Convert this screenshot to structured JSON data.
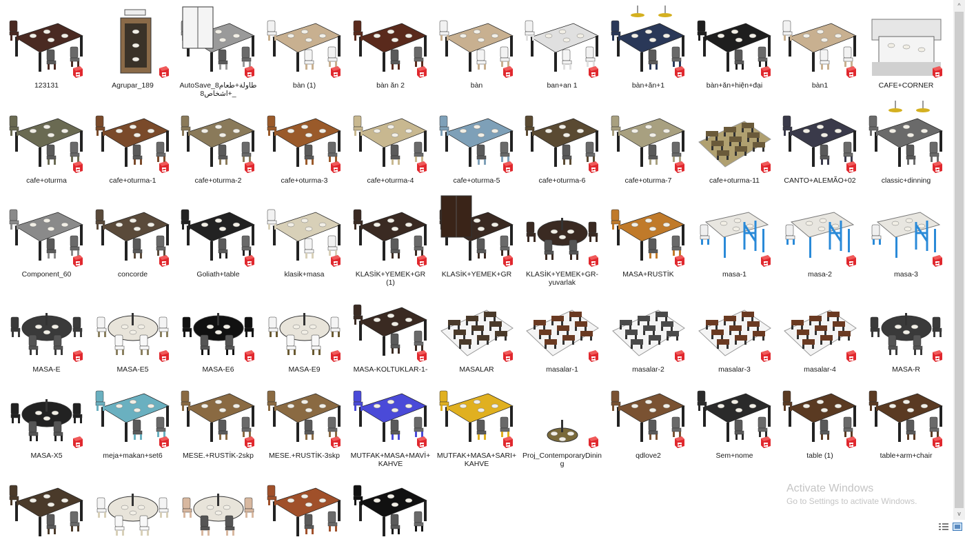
{
  "files": [
    {
      "name": "123131",
      "scene": "dark-oval",
      "color": "#4a2a22"
    },
    {
      "name": "Agrupar_189",
      "scene": "rug-plan",
      "color": "#8a6a48"
    },
    {
      "name": "AutoSave_طاولة+طعام8_+اشخاص8",
      "scene": "cabinet",
      "color": "#9a9a9a"
    },
    {
      "name": "bàn (1)",
      "scene": "white-chairs",
      "color": "#c8b090"
    },
    {
      "name": "bàn ăn 2",
      "scene": "long-dark",
      "color": "#5a2a1c"
    },
    {
      "name": "bàn",
      "scene": "white-chairs",
      "color": "#c8b090"
    },
    {
      "name": "ban+an 1",
      "scene": "white-outline",
      "color": "#e0e0e0"
    },
    {
      "name": "bàn+ăn+1",
      "scene": "pendant",
      "color": "#2a3858"
    },
    {
      "name": "bàn+ăn+hiện+đại",
      "scene": "black-table",
      "color": "#1e1e1e"
    },
    {
      "name": "bàn1",
      "scene": "white-chairs",
      "color": "#c8b090"
    },
    {
      "name": "CAFE+CORNER",
      "scene": "booth",
      "color": "#bdbdbd"
    },
    {
      "name": "cafe+oturma",
      "scene": "cafe-set",
      "color": "#6a6a52"
    },
    {
      "name": "cafe+oturma-1",
      "scene": "cafe-set",
      "color": "#7a4a2a"
    },
    {
      "name": "cafe+oturma-2",
      "scene": "cafe-set",
      "color": "#8a7a5a"
    },
    {
      "name": "cafe+oturma-3",
      "scene": "cafe-set",
      "color": "#9a5a2a"
    },
    {
      "name": "cafe+oturma-4",
      "scene": "cafe-set",
      "color": "#c8b890"
    },
    {
      "name": "cafe+oturma-5",
      "scene": "cafe-set",
      "color": "#7ea0b8"
    },
    {
      "name": "cafe+oturma-6",
      "scene": "cafe-set",
      "color": "#5a4a32"
    },
    {
      "name": "cafe+oturma-7",
      "scene": "cafe-set",
      "color": "#a8a080"
    },
    {
      "name": "cafe+oturma-11",
      "scene": "restaurant",
      "color": "#6a5a3a"
    },
    {
      "name": "CANTO+ALEMÃO+02",
      "scene": "corner-bench",
      "color": "#3a3a4a"
    },
    {
      "name": "classic+dinning",
      "scene": "pendant-small",
      "color": "#6a6a6a"
    },
    {
      "name": "Component_60",
      "scene": "ornate",
      "color": "#8a8a8a"
    },
    {
      "name": "concorde",
      "scene": "long-brown",
      "color": "#5a4a3a"
    },
    {
      "name": "Goliath+table",
      "scene": "black-long",
      "color": "#222222"
    },
    {
      "name": "klasik+masa",
      "scene": "classic-white",
      "color": "#d8d0b8"
    },
    {
      "name": "KLASİK+YEMEK+GR (1)",
      "scene": "classic-dark",
      "color": "#3a2a22"
    },
    {
      "name": "KLASİK+YEMEK+GR",
      "scene": "hutch",
      "color": "#3a2a22"
    },
    {
      "name": "KLASİK+YEMEK+GR-yuvarlak",
      "scene": "round-dark",
      "color": "#3a2a22"
    },
    {
      "name": "MASA+RUSTİK",
      "scene": "rustic-orange",
      "color": "#c07a2a"
    },
    {
      "name": "masa-1",
      "scene": "blue-chairs",
      "color": "#2a8ad8"
    },
    {
      "name": "masa-2",
      "scene": "blue-chairs",
      "color": "#2a8ad8"
    },
    {
      "name": "masa-3",
      "scene": "blue-chairs",
      "color": "#2a8ad8"
    },
    {
      "name": "MASA-E",
      "scene": "round-glass",
      "color": "#3a3a3a"
    },
    {
      "name": "MASA-E5",
      "scene": "round-white",
      "color": "#8a8060"
    },
    {
      "name": "MASA-E6",
      "scene": "round-black",
      "color": "#111111"
    },
    {
      "name": "MASA-E9",
      "scene": "round-white",
      "color": "#6a5a32"
    },
    {
      "name": "MASA-KOLTUKLAR-1-",
      "scene": "armchair-table",
      "color": "#3a2a22"
    },
    {
      "name": "MASALAR",
      "scene": "rows",
      "color": "#4a3a2a"
    },
    {
      "name": "masalar-1",
      "scene": "rows-floor",
      "color": "#6a3a22"
    },
    {
      "name": "masalar-2",
      "scene": "rows-floor",
      "color": "#4a4a4a"
    },
    {
      "name": "masalar-3",
      "scene": "rows-floor",
      "color": "#6a3a22"
    },
    {
      "name": "masalar-4",
      "scene": "rows-floor",
      "color": "#6a3a22"
    },
    {
      "name": "MASA-R",
      "scene": "round-glass",
      "color": "#3a3a3a"
    },
    {
      "name": "MASA-X5",
      "scene": "round-glass",
      "color": "#222222"
    },
    {
      "name": "meja+makan+set6",
      "scene": "glass-rect",
      "color": "#6ab0c0"
    },
    {
      "name": "MESE.+RUSTİK-2skp",
      "scene": "rustic-light",
      "color": "#8a6a42"
    },
    {
      "name": "MESE.+RUSTİK-3skp",
      "scene": "rustic-light",
      "color": "#8a6a42"
    },
    {
      "name": "MUTFAK+MASA+MAVİ+KAHVE",
      "scene": "purple-frame",
      "color": "#4a4ad8"
    },
    {
      "name": "MUTFAK+MASA+SARI+KAHVE",
      "scene": "yellow-frame",
      "color": "#e0b020"
    },
    {
      "name": "Proj_ContemporaryDining",
      "scene": "contemporary",
      "color": "#7a6a3a"
    },
    {
      "name": "qdlove2",
      "scene": "long-walnut",
      "color": "#7a5232"
    },
    {
      "name": "Sem+nome",
      "scene": "banquet",
      "color": "#2a2a2a"
    },
    {
      "name": "table (1)",
      "scene": "bench-set",
      "color": "#5a3a22"
    },
    {
      "name": "table+arm+chair",
      "scene": "bench-set",
      "color": "#5a3a22"
    },
    {
      "name": "",
      "scene": "bench-set",
      "color": "#4a3a2a"
    },
    {
      "name": "",
      "scene": "round-cream",
      "color": "#d8d0b8"
    },
    {
      "name": "",
      "scene": "oval-white",
      "color": "#d8b8a0"
    },
    {
      "name": "",
      "scene": "small-wood",
      "color": "#a0502a"
    },
    {
      "name": "",
      "scene": "black-white",
      "color": "#111111"
    }
  ],
  "grid": {
    "columns": 11,
    "col_width": 124.7,
    "row_tops": [
      8,
      146,
      282,
      420,
      545,
      682
    ]
  },
  "watermark": {
    "title": "Activate Windows",
    "subtitle": "Go to Settings to activate Windows."
  },
  "scrollbar": {
    "up_arrow": "^",
    "down_arrow": "v"
  },
  "view_buttons": [
    {
      "name": "details-view"
    },
    {
      "name": "large-icons-view"
    }
  ],
  "badge": {
    "app": "SketchUp",
    "color": "#e0282e"
  }
}
